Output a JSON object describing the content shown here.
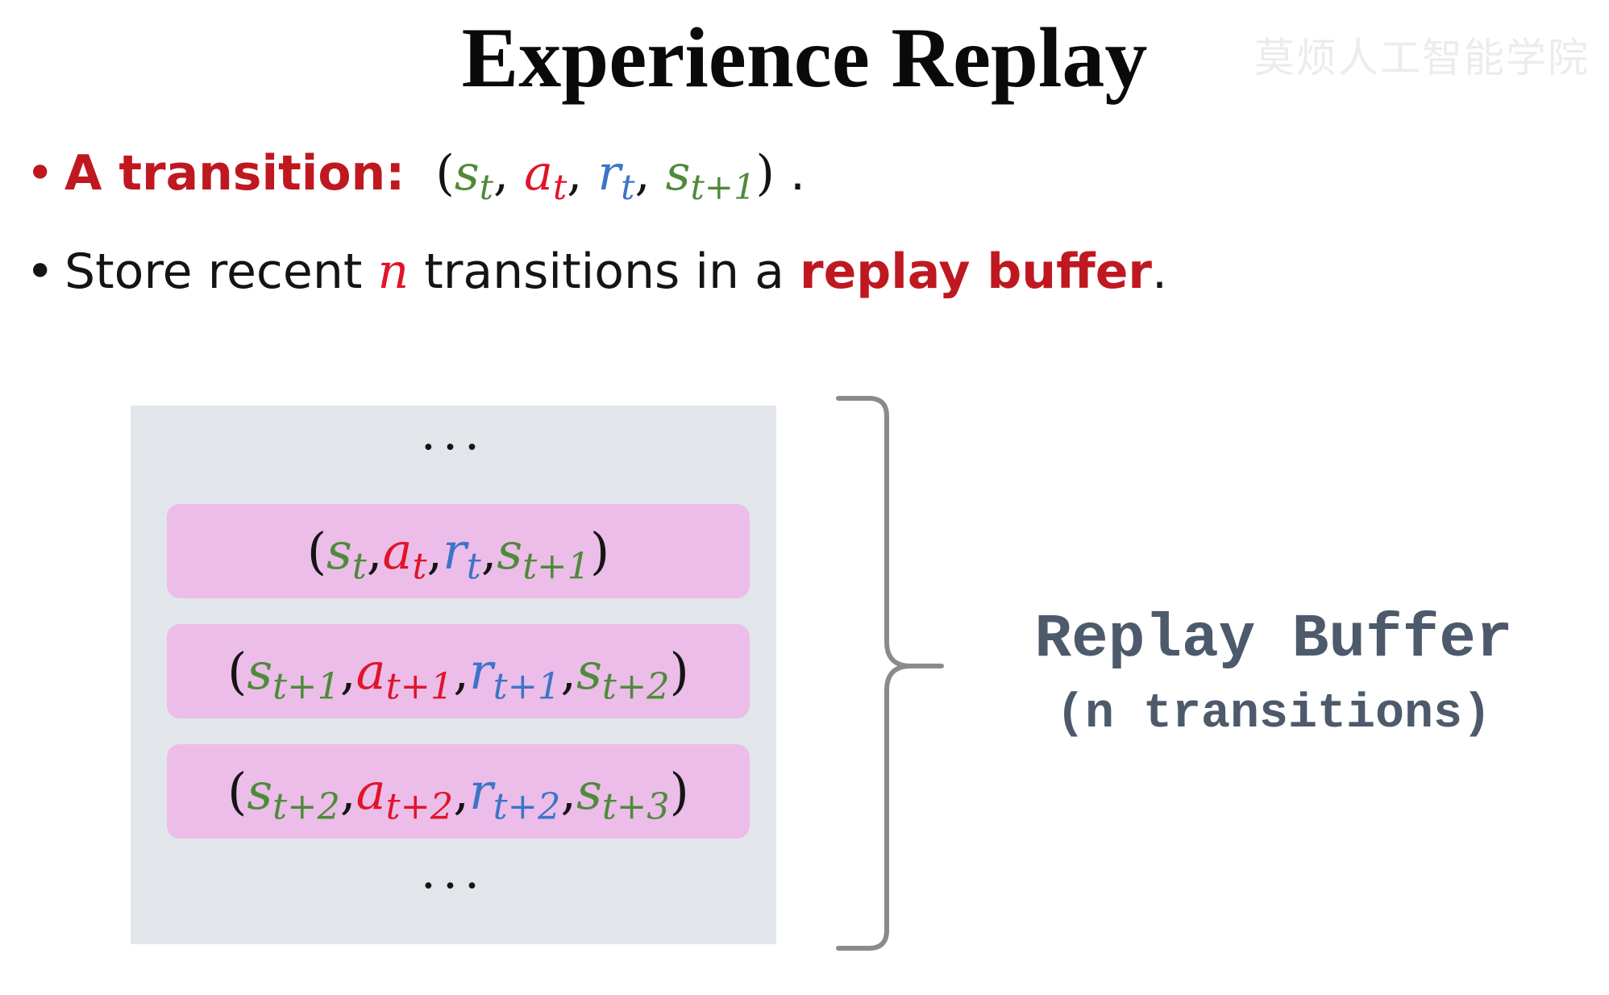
{
  "title": "Experience Replay",
  "watermark": "莫烦人工智能学院",
  "bullet1": {
    "label": "A transition:",
    "tuple": [
      {
        "sym": "s",
        "sub": "t",
        "role": "state"
      },
      {
        "sym": "a",
        "sub": "t",
        "role": "action"
      },
      {
        "sym": "r",
        "sub": "t",
        "role": "reward"
      },
      {
        "sym": "s",
        "sub": "t+1",
        "role": "state"
      }
    ],
    "end": "."
  },
  "bullet2": {
    "before": "Store recent",
    "var": "n",
    "middle": "transitions in a",
    "highlight": "replay buffer",
    "end": "."
  },
  "buffer": {
    "ellipsis": "···",
    "rows": [
      [
        {
          "sym": "s",
          "sub": "t"
        },
        {
          "sym": "a",
          "sub": "t"
        },
        {
          "sym": "r",
          "sub": "t"
        },
        {
          "sym": "s",
          "sub": "t+1"
        }
      ],
      [
        {
          "sym": "s",
          "sub": "t+1"
        },
        {
          "sym": "a",
          "sub": "t+1"
        },
        {
          "sym": "r",
          "sub": "t+1"
        },
        {
          "sym": "s",
          "sub": "t+2"
        }
      ],
      [
        {
          "sym": "s",
          "sub": "t+2"
        },
        {
          "sym": "a",
          "sub": "t+2"
        },
        {
          "sym": "r",
          "sub": "t+2"
        },
        {
          "sym": "s",
          "sub": "t+3"
        }
      ]
    ]
  },
  "label": {
    "title": "Replay Buffer",
    "subtitle": "(n transitions)"
  },
  "colors": {
    "state": "#4e8a3a",
    "action": "#e0142a",
    "reward": "#3d74c9",
    "accent": "#c01820",
    "buffer_bg": "#e2e6ea",
    "row_bg": "#ecbde9",
    "label": "#4d5a6b",
    "brace": "#8a8a8a"
  }
}
